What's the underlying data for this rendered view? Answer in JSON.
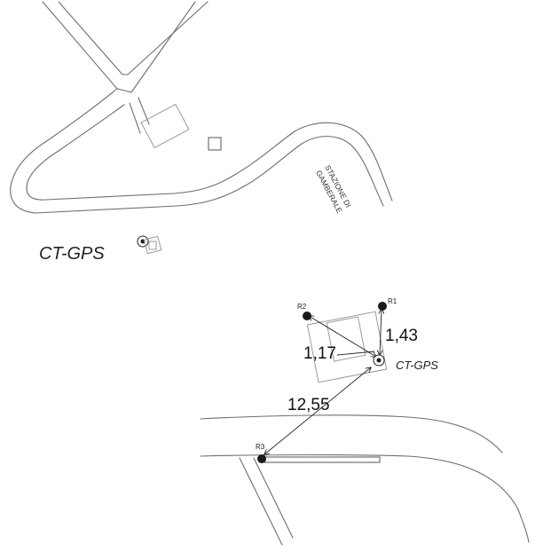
{
  "top_view": {
    "station_label": "CT-GPS",
    "railway_station_line1": "STAZIONE DI",
    "railway_station_line2": "GAMBERALE"
  },
  "detail_view": {
    "station_label": "CT-GPS",
    "references": [
      {
        "id": "R1"
      },
      {
        "id": "R2"
      },
      {
        "id": "R3"
      }
    ],
    "distances": [
      {
        "from": "CT-GPS",
        "to": "R1",
        "value": "1,43"
      },
      {
        "from": "CT-GPS",
        "to": "R2",
        "value": "1,17"
      },
      {
        "from": "CT-GPS",
        "to": "R3",
        "value": "12,55"
      }
    ]
  }
}
